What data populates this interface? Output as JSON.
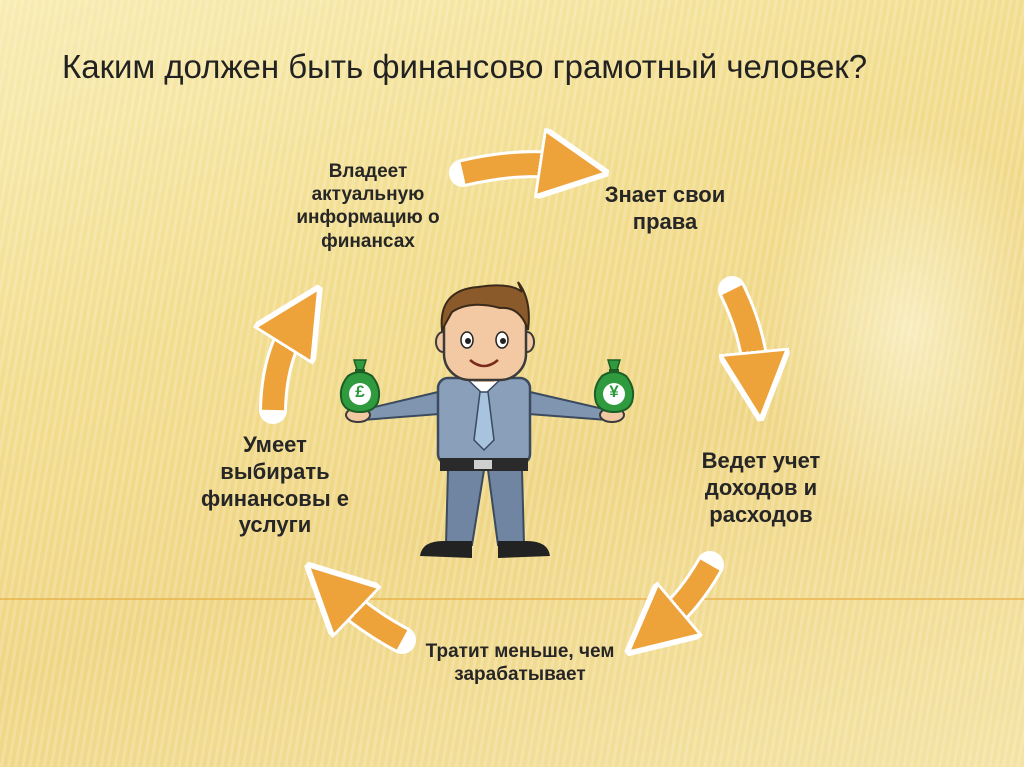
{
  "slide": {
    "title": "Каким должен быть финансово грамотный человек?"
  },
  "cycle": {
    "nodes": [
      {
        "id": "info",
        "label": "Владеет актуальную информацию о финансах"
      },
      {
        "id": "rights",
        "label": "Знает свои права"
      },
      {
        "id": "ledger",
        "label": "Ведет учет доходов и расходов"
      },
      {
        "id": "spend",
        "label": "Тратит меньше, чем зарабатывает"
      },
      {
        "id": "choose",
        "label": "Умеет выбирать финансовы е услуги"
      }
    ],
    "arrow_color": "#eea23a"
  },
  "figure": {
    "left_bag_symbol": "£",
    "right_bag_symbol": "¥",
    "bag_color": "#2f9a3e"
  }
}
